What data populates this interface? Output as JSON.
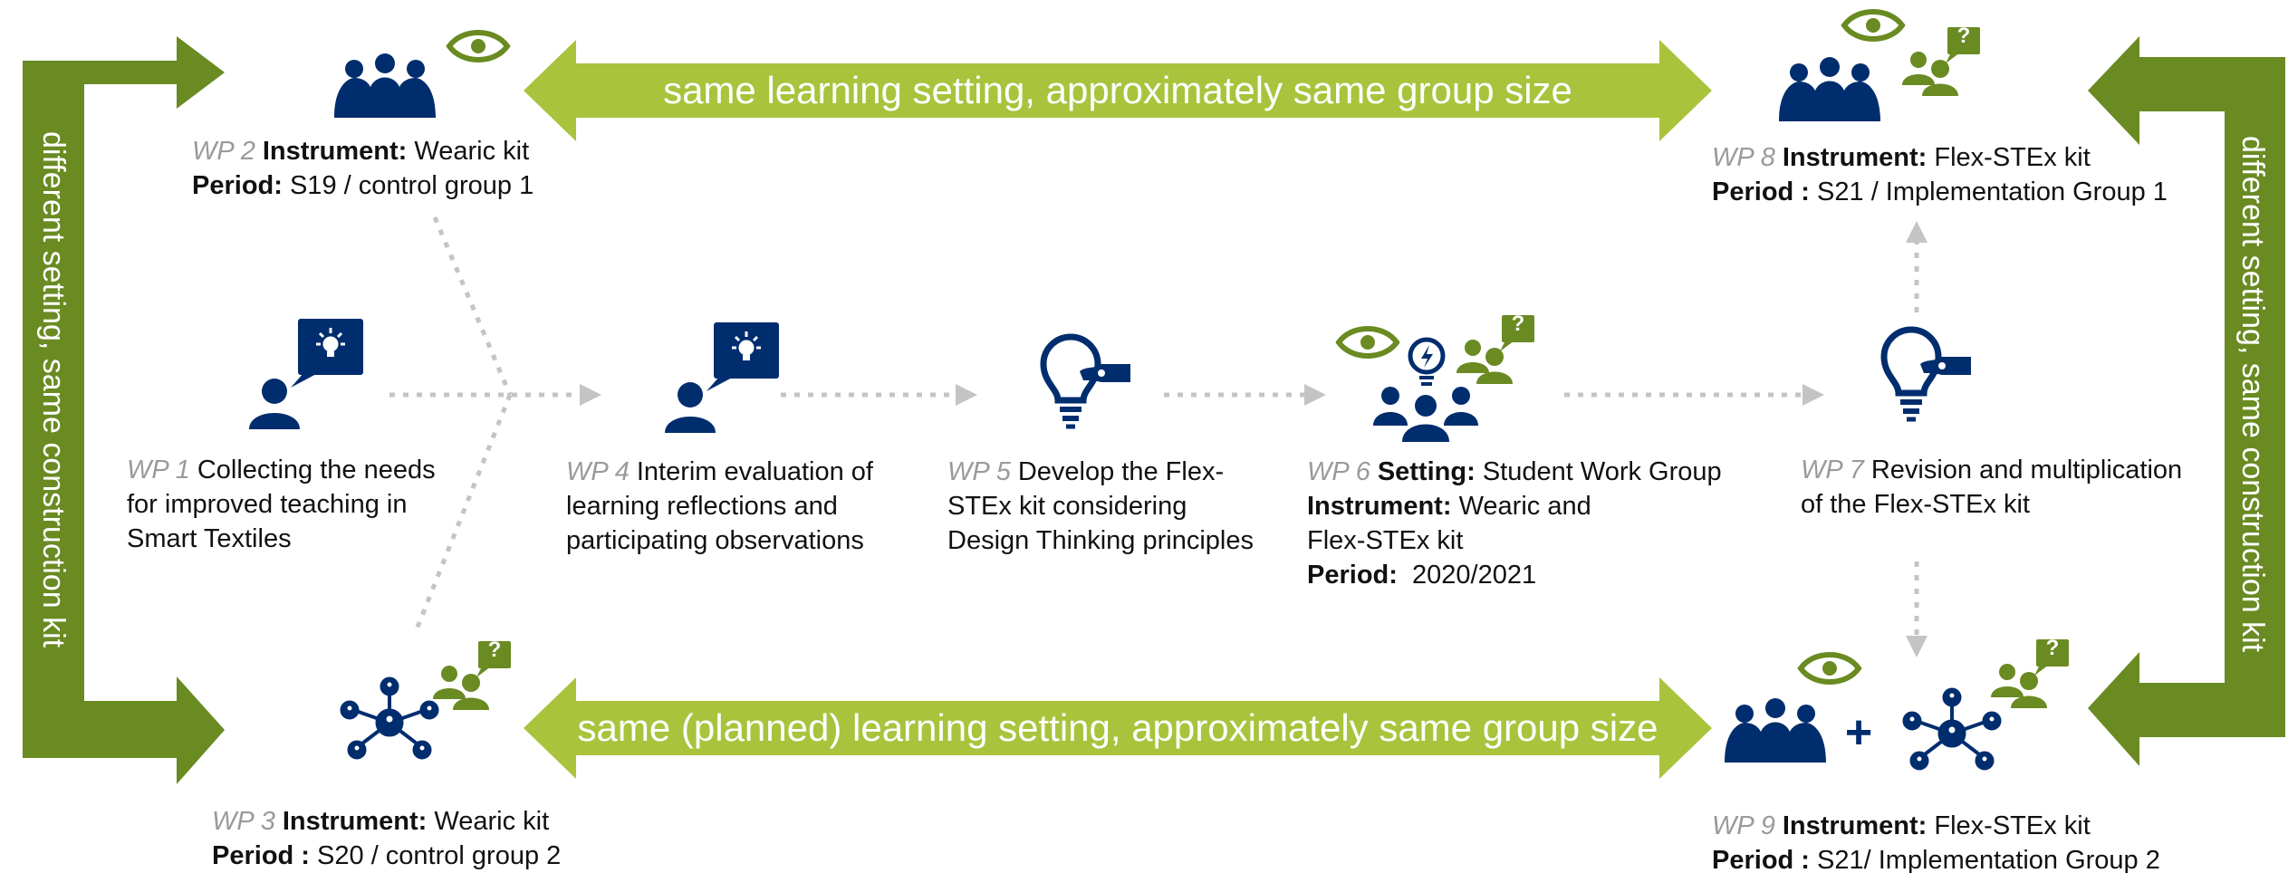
{
  "colors": {
    "navy": "#002d6e",
    "olive_dark": "#6a8a22",
    "olive_light": "#a9c33c",
    "gray_dash": "#c4c4c4"
  },
  "banners": {
    "top": "same learning setting, approximately same group size",
    "bottom": "same (planned) learning setting, approximately same group size",
    "left": "different setting, same construction kit",
    "right": "different setting, same construction kit"
  },
  "plus_sign": "+",
  "question_mark": "?",
  "nodes": {
    "wp1": {
      "wp": "WP 1",
      "line1": "Collecting the needs",
      "line2": "for improved teaching in",
      "line3": "Smart Textiles"
    },
    "wp2": {
      "wp": "WP 2",
      "instrument_label": "Instrument:",
      "instrument": "Wearic kit",
      "period_label": "Period:",
      "period": "S19 / control group 1"
    },
    "wp3": {
      "wp": "WP 3",
      "instrument_label": "Instrument:",
      "instrument": "Wearic kit",
      "period_label": "Period :",
      "period": "S20 / control group 2"
    },
    "wp4": {
      "wp": "WP 4",
      "line1": "Interim evaluation of",
      "line2": "learning reflections and",
      "line3": "participating observations"
    },
    "wp5": {
      "wp": "WP 5",
      "line1": "Develop the Flex-",
      "line2": "STEx kit considering",
      "line3": "Design Thinking principles"
    },
    "wp6": {
      "wp": "WP 6",
      "setting_label": "Setting:",
      "setting": "Student Work Group",
      "instrument_label": "Instrument:",
      "instrument1": "Wearic and",
      "instrument2": "Flex-STEx kit",
      "period_label": "Period:",
      "period": "2020/2021"
    },
    "wp7": {
      "wp": "WP 7",
      "line1": "Revision and multiplication",
      "line2": "of the Flex-STEx kit"
    },
    "wp8": {
      "wp": "WP 8",
      "instrument_label": "Instrument:",
      "instrument": "Flex-STEx kit",
      "period_label": "Period :",
      "period": "S21 /  Implementation Group 1"
    },
    "wp9": {
      "wp": "WP 9",
      "instrument_label": "Instrument:",
      "instrument": "Flex-STEx kit",
      "period_label": "Period :",
      "period": "S21/ Implementation Group 2"
    }
  }
}
